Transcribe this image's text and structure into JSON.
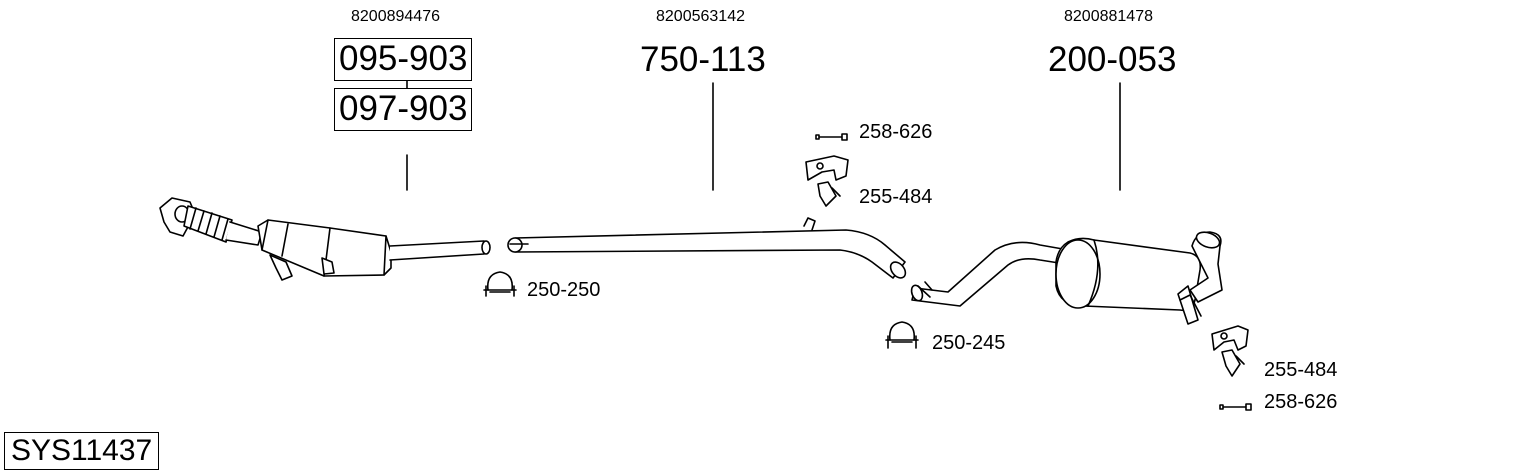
{
  "system_code": "SYS11437",
  "assemblies": [
    {
      "oe_number": "8200894476",
      "part_numbers": [
        "095-903",
        "097-903"
      ]
    },
    {
      "oe_number": "8200563142",
      "part_numbers": [
        "750-113"
      ]
    },
    {
      "oe_number": "8200881478",
      "part_numbers": [
        "200-053"
      ]
    }
  ],
  "accessories": {
    "clamp_front": "250-250",
    "clamp_rear": "250-245",
    "bolt_top": "258-626",
    "hanger_top": "255-484",
    "hanger_bottom": "255-484",
    "bolt_bottom": "258-626"
  }
}
